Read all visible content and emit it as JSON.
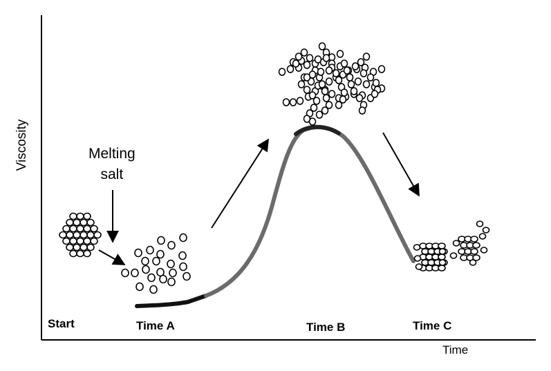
{
  "axes": {
    "ylabel": "Viscosity",
    "xlabel": "Time"
  },
  "annotation": {
    "line1": "Melting",
    "line2": "salt"
  },
  "stages": [
    "Start",
    "Time A",
    "Time B",
    "Time C"
  ],
  "curve": {
    "levels": {
      "start": 0.05,
      "peak": 1.0,
      "end": 0.39
    },
    "color_low": "#111111",
    "color_high": "#6b6b6b"
  },
  "colors": {
    "axis": "#000000",
    "granule_fill": "#ffffff",
    "granule_stroke": "#000000"
  }
}
